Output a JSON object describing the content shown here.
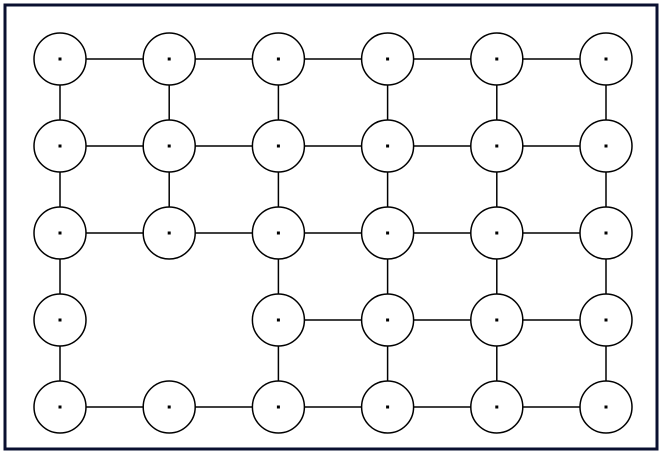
{
  "diagram": {
    "rows": 5,
    "cols": 6,
    "nodes": [
      [
        1,
        1,
        1,
        1,
        1,
        1
      ],
      [
        1,
        1,
        1,
        1,
        1,
        1
      ],
      [
        1,
        1,
        1,
        1,
        1,
        1
      ],
      [
        1,
        0,
        1,
        1,
        1,
        1
      ],
      [
        1,
        1,
        1,
        1,
        1,
        1
      ]
    ],
    "horizontal_edges": [
      [
        1,
        1,
        1,
        1,
        1
      ],
      [
        1,
        1,
        1,
        1,
        1
      ],
      [
        1,
        1,
        1,
        1,
        1
      ],
      [
        0,
        0,
        1,
        1,
        1
      ],
      [
        1,
        1,
        1,
        1,
        1
      ]
    ],
    "vertical_edges": [
      [
        1,
        1,
        1,
        1,
        1,
        1
      ],
      [
        1,
        1,
        1,
        1,
        1,
        1
      ],
      [
        1,
        0,
        1,
        1,
        1,
        1
      ],
      [
        1,
        0,
        1,
        1,
        1,
        1
      ]
    ],
    "colors": {
      "background": "#ffffff",
      "stroke": "#000000",
      "frame": "#0a1030"
    }
  }
}
